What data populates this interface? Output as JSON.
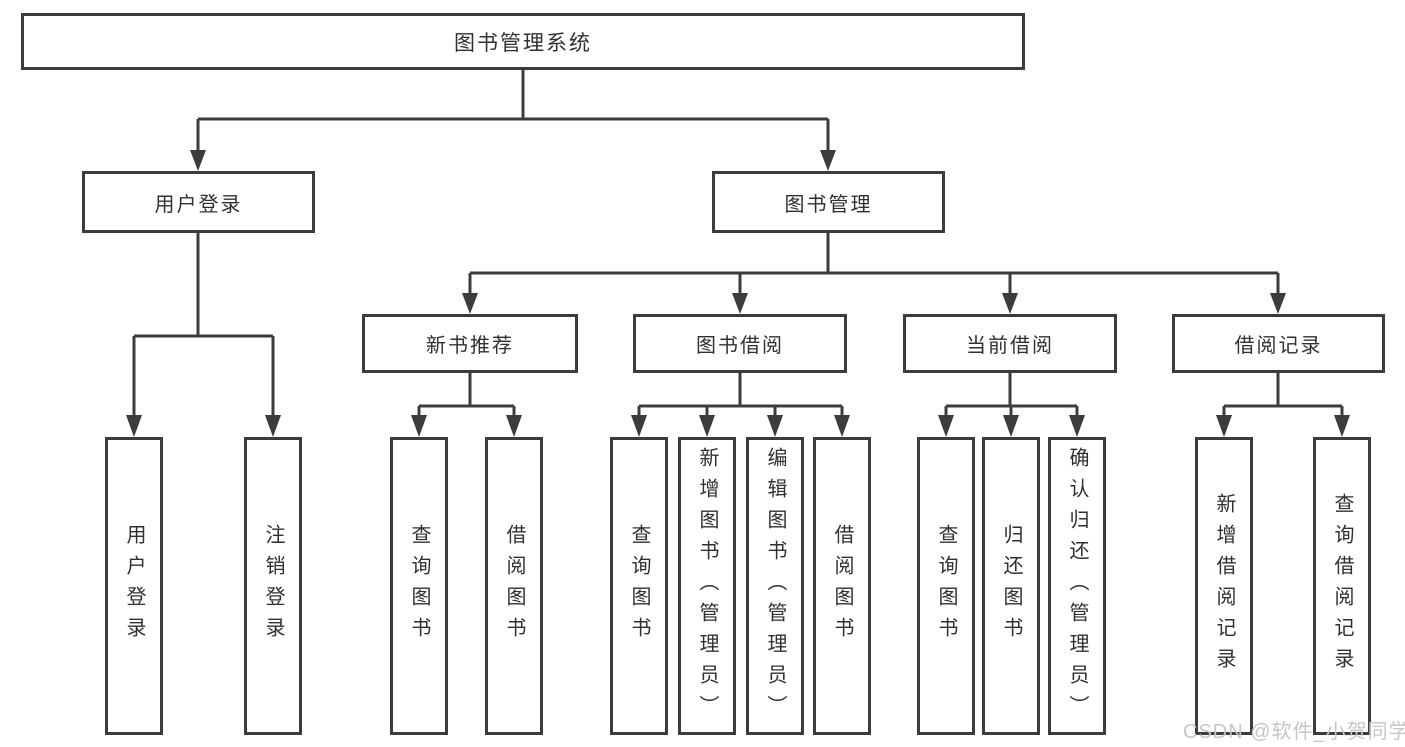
{
  "diagram": {
    "root": "图书管理系统",
    "branches": [
      {
        "label": "用户登录",
        "leaves": [
          "用户登录",
          "注销登录"
        ]
      },
      {
        "label": "图书管理",
        "groups": [
          {
            "label": "新书推荐",
            "leaves": [
              "查询图书",
              "借阅图书"
            ]
          },
          {
            "label": "图书借阅",
            "leaves": [
              "查询图书",
              "新增图书（管理员）",
              "编辑图书（管理员）",
              "借阅图书"
            ]
          },
          {
            "label": "当前借阅",
            "leaves": [
              "查询图书",
              "归还图书",
              "确认归还（管理员）"
            ]
          },
          {
            "label": "借阅记录",
            "leaves": [
              "新增借阅记录",
              "查询借阅记录"
            ]
          }
        ]
      }
    ]
  },
  "watermark": "CSDN @软件_小贺同学",
  "colors": {
    "line": "#3c3c3c",
    "text": "#303030",
    "background": "#ffffff",
    "watermark": "#c6c6cb"
  }
}
